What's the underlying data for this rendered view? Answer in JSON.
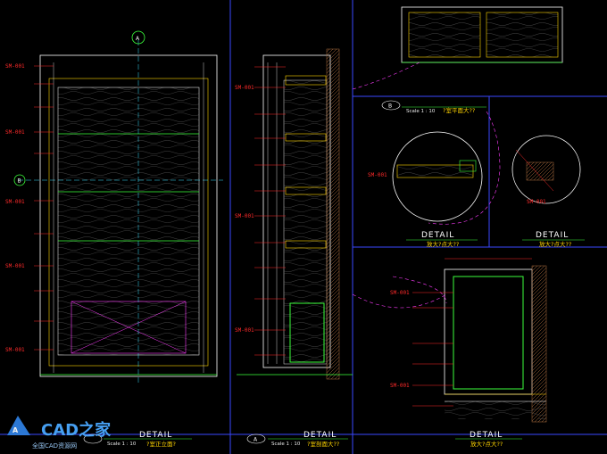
{
  "panels": [
    {
      "title": "DETAIL",
      "scale": "Scale 1 : 10",
      "subtitle": "?室正立面?"
    },
    {
      "title": "DETAIL",
      "scale": "Scale 1 : 10",
      "subtitle": "?室剖面大??"
    },
    {
      "title": "DETAIL",
      "scale": "",
      "subtitle": "?室平面大??"
    },
    {
      "title": "DETAIL",
      "scale": "",
      "subtitle": "放大?点大??"
    },
    {
      "title": "DETAIL",
      "scale": "",
      "subtitle": "放大?点大??"
    },
    {
      "title": "DETAIL",
      "scale": "",
      "subtitle": "放大?点大??"
    }
  ],
  "section_marks": [
    "A",
    "B",
    "A"
  ],
  "annotation_code": "SM-001",
  "logo": {
    "text": "CAD之家",
    "sub": "全国CAD资源网"
  },
  "colors": {
    "frame": "#3a48ff",
    "red": "#ff2a2a",
    "green": "#3cff3c",
    "yellow": "#ffd400",
    "magenta": "#ff3cff",
    "cyan": "#38e0ff"
  }
}
